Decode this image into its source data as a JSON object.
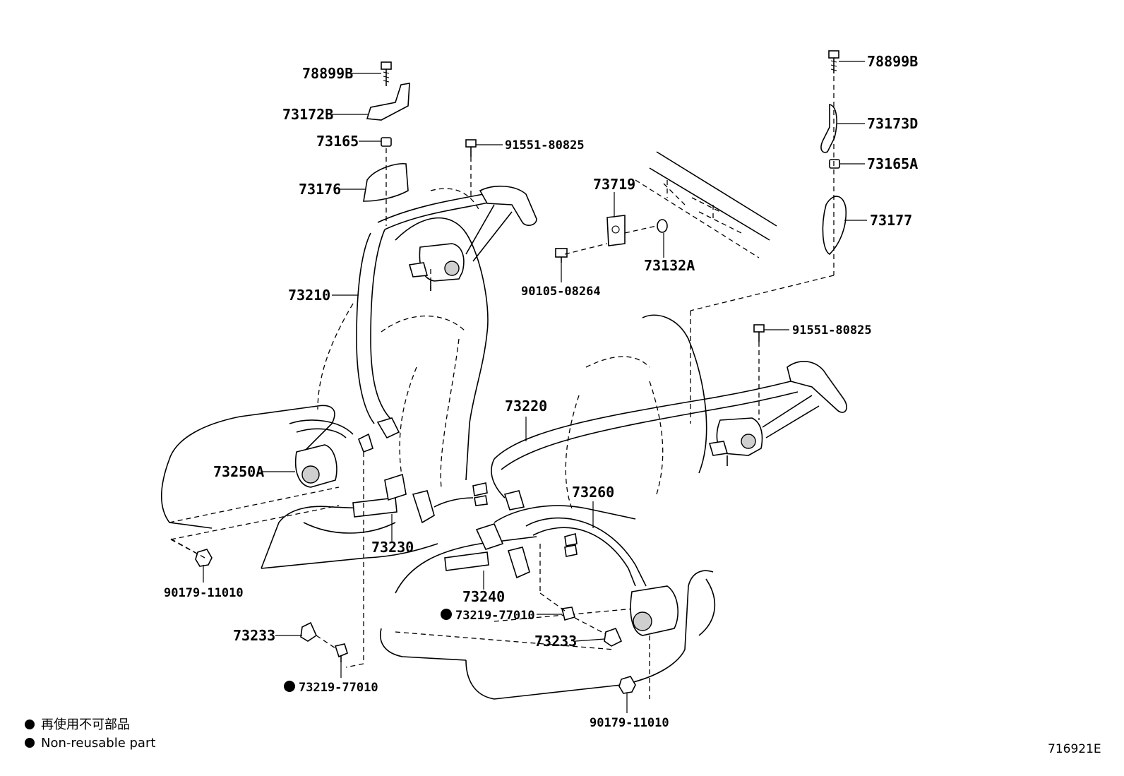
{
  "labels": {
    "p78899B_left": "78899B",
    "p73172B": "73172B",
    "p73165": "73165",
    "p73176": "73176",
    "p91551_top": "91551-80825",
    "p73719": "73719",
    "p73132A": "73132A",
    "p90105": "90105-08264",
    "p73210": "73210",
    "p78899B_right": "78899B",
    "p73173D": "73173D",
    "p73165A": "73165A",
    "p73177": "73177",
    "p91551_right": "91551-80825",
    "p73220": "73220",
    "p73250A": "73250A",
    "p73230": "73230",
    "p73260": "73260",
    "p90179_left": "90179-11010",
    "p73240": "73240",
    "p73219_mid": "73219-77010",
    "p73233_left": "73233",
    "p73233_right": "73233",
    "p73219_bottom": "73219-77010",
    "p90179_bottom": "90179-11010"
  },
  "legend": {
    "japanese": "再使用不可部品",
    "english": "Non-reusable part"
  },
  "reference": "716921E"
}
